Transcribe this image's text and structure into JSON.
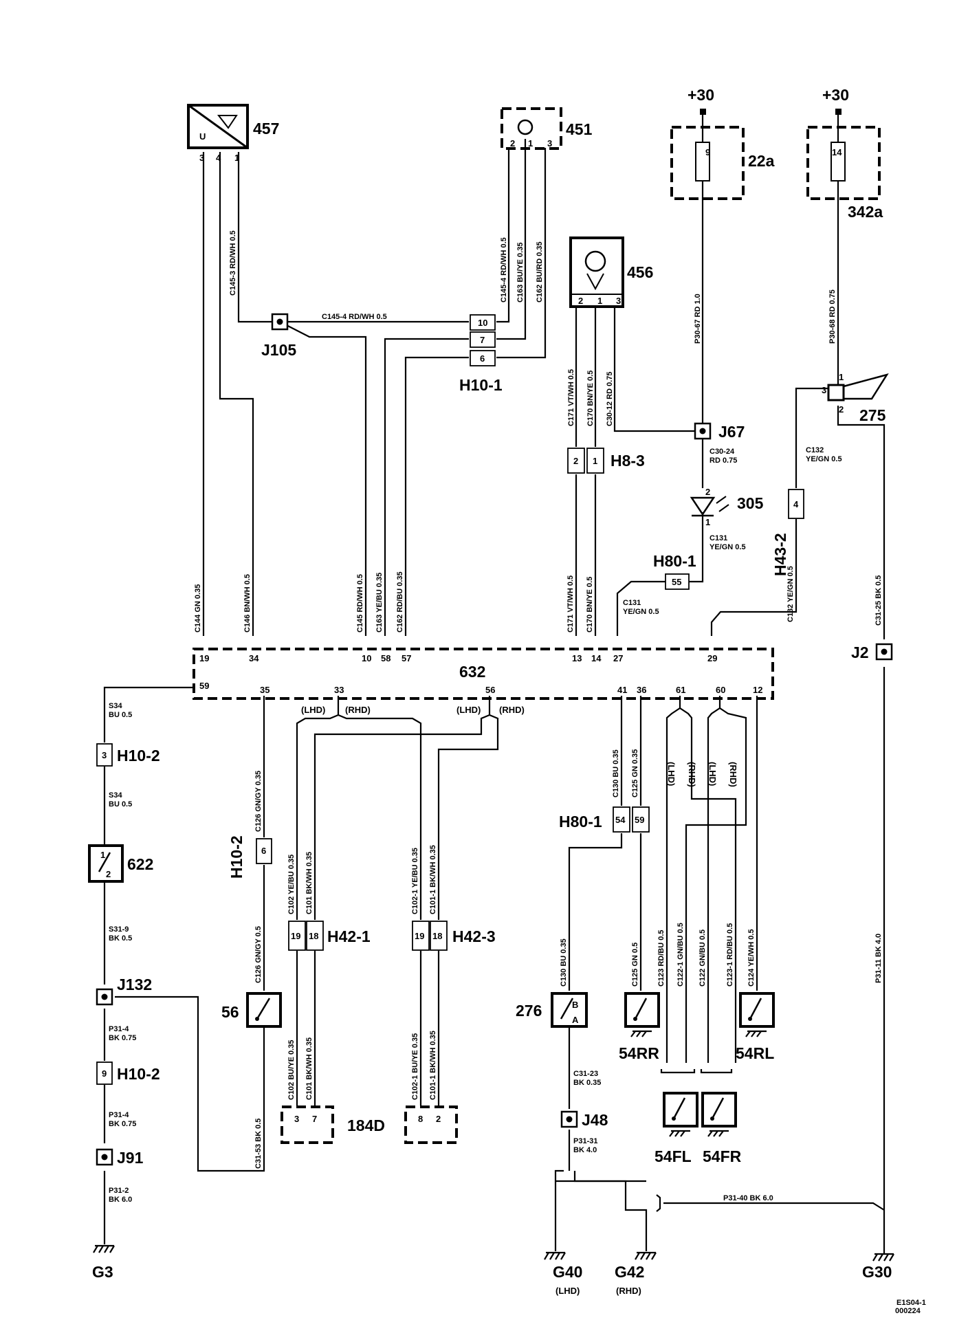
{
  "components": {
    "c457": "457",
    "c451": "451",
    "c456": "456",
    "c22a": "22a",
    "c342a": "342a",
    "c632": "632",
    "c622": "622",
    "c56": "56",
    "c276": "276",
    "c184D": "184D",
    "c305": "305",
    "c275": "275",
    "c54RR": "54RR",
    "c54RL": "54RL",
    "c54FL": "54FL",
    "c54FR": "54FR"
  },
  "power": {
    "p1": "+30",
    "p2": "+30"
  },
  "fuses": {
    "f9": "9",
    "f14": "14"
  },
  "connectors": {
    "J105": "J105",
    "J67": "J67",
    "J2": "J2",
    "J132": "J132",
    "J91": "J91",
    "J48": "J48",
    "H10_1": "H10-1",
    "H8_3": "H8-3",
    "H80_1a": "H80-1",
    "H80_1b": "H80-1",
    "H43_2": "H43-2",
    "H10_2a": "H10-2",
    "H10_2b": "H10-2",
    "H10_2c": "H10-2",
    "H42_1": "H42-1",
    "H42_3": "H42-3"
  },
  "grounds": {
    "G3": "G3",
    "G40": "G40",
    "G42": "G42",
    "G30": "G30"
  },
  "side": {
    "lhd": "(LHD)",
    "rhd": "(RHD)"
  },
  "footer": {
    "l1": "E1S04-1",
    "l2": "000224"
  },
  "pins": {
    "p457_3": "3",
    "p457_4": "4",
    "p457_1": "1",
    "p457_U": "U",
    "p451_2": "2",
    "p451_1": "1",
    "p451_3": "3",
    "p456_2": "2",
    "p456_1": "1",
    "p456_3": "3",
    "h10_10": "10",
    "h10_7": "7",
    "h10_6": "6",
    "h83_2": "2",
    "h83_1": "1",
    "p305_2": "2",
    "p305_1": "1",
    "p275_3": "3",
    "p275_1": "1",
    "p275_2": "2",
    "h80_55": "55",
    "h43_4": "4",
    "h102_3": "3",
    "h102_6": "6",
    "h102_9": "9",
    "h42a_19": "19",
    "h42a_18": "18",
    "h42b_19": "19",
    "h42b_18": "18",
    "h80_54": "54",
    "h80_59": "59",
    "p276_B": "B",
    "p276_A": "A",
    "p622_1": "1",
    "p622_2": "2",
    "d_3": "3",
    "d_7": "7",
    "d_8": "8",
    "d_2": "2",
    "c_19": "19",
    "c_34": "34",
    "c_10": "10",
    "c_58": "58",
    "c_57": "57",
    "c_13": "13",
    "c_14": "14",
    "c_27": "27",
    "c_29": "29",
    "c_59": "59",
    "c_35": "35",
    "c_33": "33",
    "c_56": "56",
    "c_41": "41",
    "c_36": "36",
    "c_61": "61",
    "c_60": "60",
    "c_12": "12"
  },
  "wires": {
    "w01": "C145-4   RD/WH    0.5",
    "w02": "C145-3   RD/WH    0.5",
    "w03": "C145-4   RD/WH    0.5",
    "w04": "C163   BU/YE   0.35",
    "w05": "C162   BU/RD   0.35",
    "w06": "C171   VT/WH   0.5",
    "w07": "C170   BN/YE   0.5",
    "w08": "C30-12   RD   0.75",
    "w09": "P30-67   RD   1.0",
    "w10": "P30-68   RD   0.75",
    "w11a": "C30-24",
    "w11b": "RD    0.75",
    "w12a": "C132",
    "w12b": "YE/GN    0.5",
    "w13a": "C131",
    "w13b": "YE/GN    0.5",
    "w14a": "C131",
    "w14b": "YE/GN    0.5",
    "w15": "C132   YE/GN   0.5",
    "w16": "C31-25   BK   0.5",
    "w17": "C144   GN   0.35",
    "w18": "C146   BN/WH   0.5",
    "w19": "C145   RD/WH   0.5",
    "w20": "C163   YE/BU   0.35",
    "w21": "C162   RD/BU   0.35",
    "w22": "C171   VT/WH   0.5",
    "w23": "C170   BN/YE   0.5",
    "w24a": "S34",
    "w24b": "BU    0.5",
    "w25a": "S34",
    "w25b": "BU    0.5",
    "w26a": "S31-9",
    "w26b": "BK    0.5",
    "w27a": "P31-4",
    "w27b": "BK    0.75",
    "w28a": "P31-4",
    "w28b": "BK    0.75",
    "w29a": "P31-2",
    "w29b": "BK    6.0",
    "w30": "C126   GN/GY   0.35",
    "w31": "C126   GN/GY   0.5",
    "w32": "C31-53   BK   0.5",
    "w33": "C102   YE/BU   0.35",
    "w34": "C101   BK/WH   0.35",
    "w35": "C102   BU/YE   0.35",
    "w36": "C101   BK/WH   0.35",
    "w37": "C102-1   YE/BU   0.35",
    "w38": "C101-1   BK/WH   0.35",
    "w39": "C102-1   BU/YE   0.35",
    "w40": "C101-1   BK/WH   0.35",
    "w41": "C130   BU   0.35",
    "w42": "C125   GN   0.35",
    "w43": "C130   BU   0.35",
    "w44": "C125   GN   0.5",
    "w45": "C123   RD/BU   0.5",
    "w46": "C122-1   GN/BU   0.5",
    "w47": "C122   GN/BU   0.5",
    "w48": "C123-1   RD/BU   0.5",
    "w49": "C124   YE/WH   0.5",
    "w50a": "C31-23",
    "w50b": "BK    0.35",
    "w51a": "P31-31",
    "w51b": "BK    4.0",
    "w52": "P31-40   BK   6.0",
    "w53": "P31-11   BK   4.0"
  }
}
